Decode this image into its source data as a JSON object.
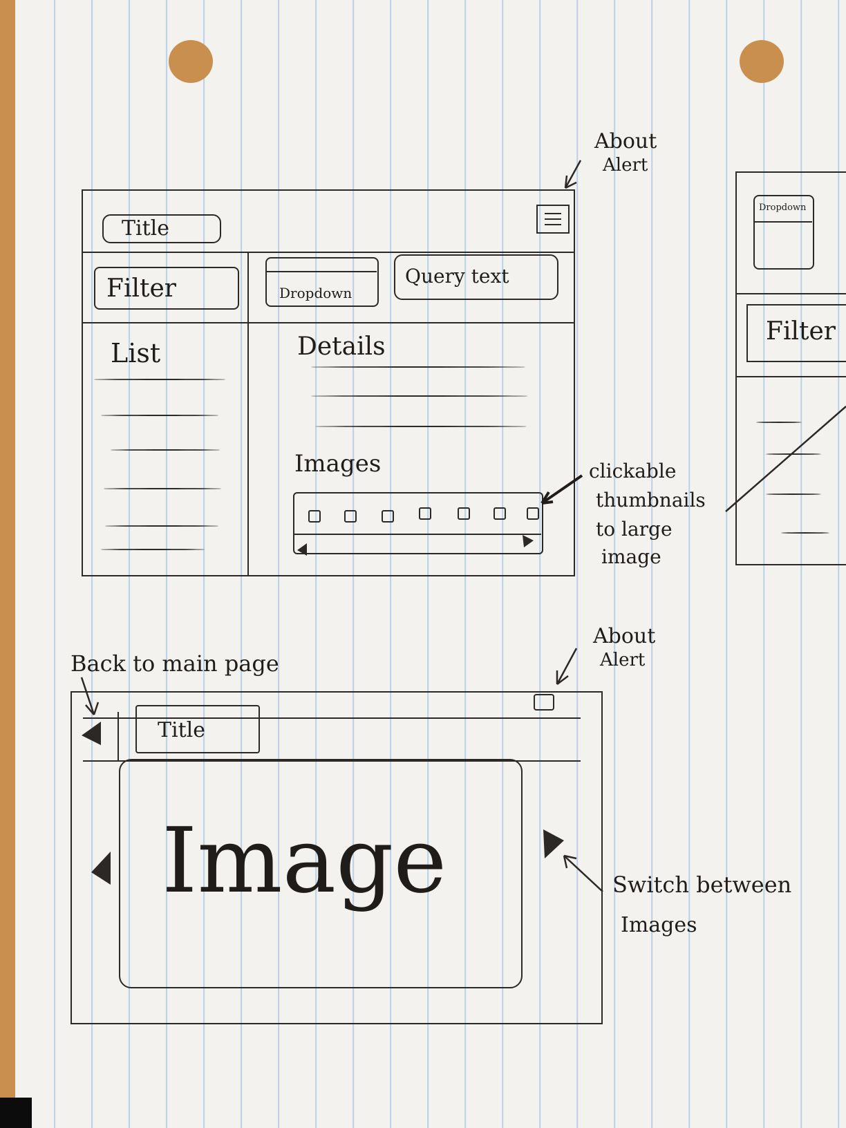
{
  "sketch_main": {
    "title": "Title",
    "filter": "Filter",
    "dropdown": "Dropdown",
    "query": "Query text",
    "list": "List",
    "details": "Details",
    "images": "Images",
    "thumbnail_count": 7
  },
  "annotations": {
    "about_alert_1a": "About",
    "about_alert_1b": "Alert",
    "thumb_note_1": "clickable",
    "thumb_note_2": "thumbnails",
    "thumb_note_3": "to large",
    "thumb_note_4": "image",
    "back_main": "Back to main page",
    "about_alert_2a": "About",
    "about_alert_2b": "Alert",
    "switch_1": "Switch between",
    "switch_2": "Images"
  },
  "sketch_detail": {
    "title": "Title",
    "image": "Image"
  },
  "sketch_partial": {
    "dropdown": "Dropdown",
    "filter": "Filter"
  }
}
